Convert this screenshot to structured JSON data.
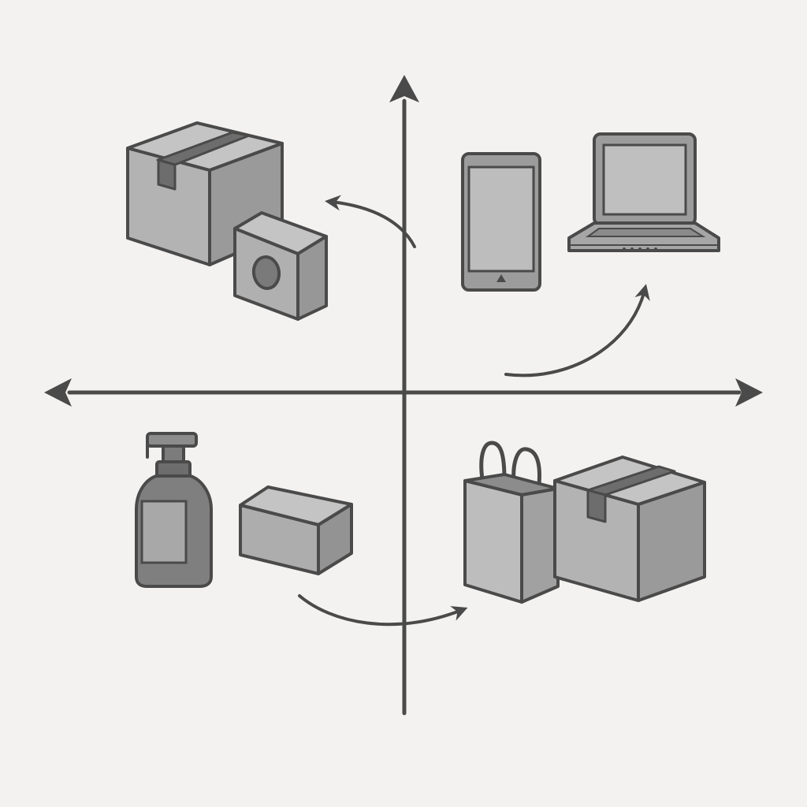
{
  "colors": {
    "background": "#f3f2f0",
    "line": "#4a4a4a",
    "fill_light": "#b9b9b9",
    "fill_mid": "#a3a3a3",
    "fill_dark": "#8c8c8c"
  },
  "axes": {
    "horizontal": "double-headed-arrow",
    "vertical": "upward-arrow"
  },
  "quadrants": [
    {
      "position": "top-left",
      "icons": [
        "cardboard-box-icon",
        "small-box-icon"
      ],
      "flow_arrow": "curved-arrow-pointing-left"
    },
    {
      "position": "top-right",
      "icons": [
        "smartphone-icon",
        "laptop-icon"
      ],
      "flow_arrow": "curved-arrow-pointing-up"
    },
    {
      "position": "bottom-left",
      "icons": [
        "pump-bottle-icon",
        "flat-box-icon"
      ],
      "flow_arrow": "curved-arrow-pointing-right"
    },
    {
      "position": "bottom-right",
      "icons": [
        "shopping-bag-icon",
        "cardboard-box-icon"
      ],
      "flow_arrow": null
    }
  ]
}
